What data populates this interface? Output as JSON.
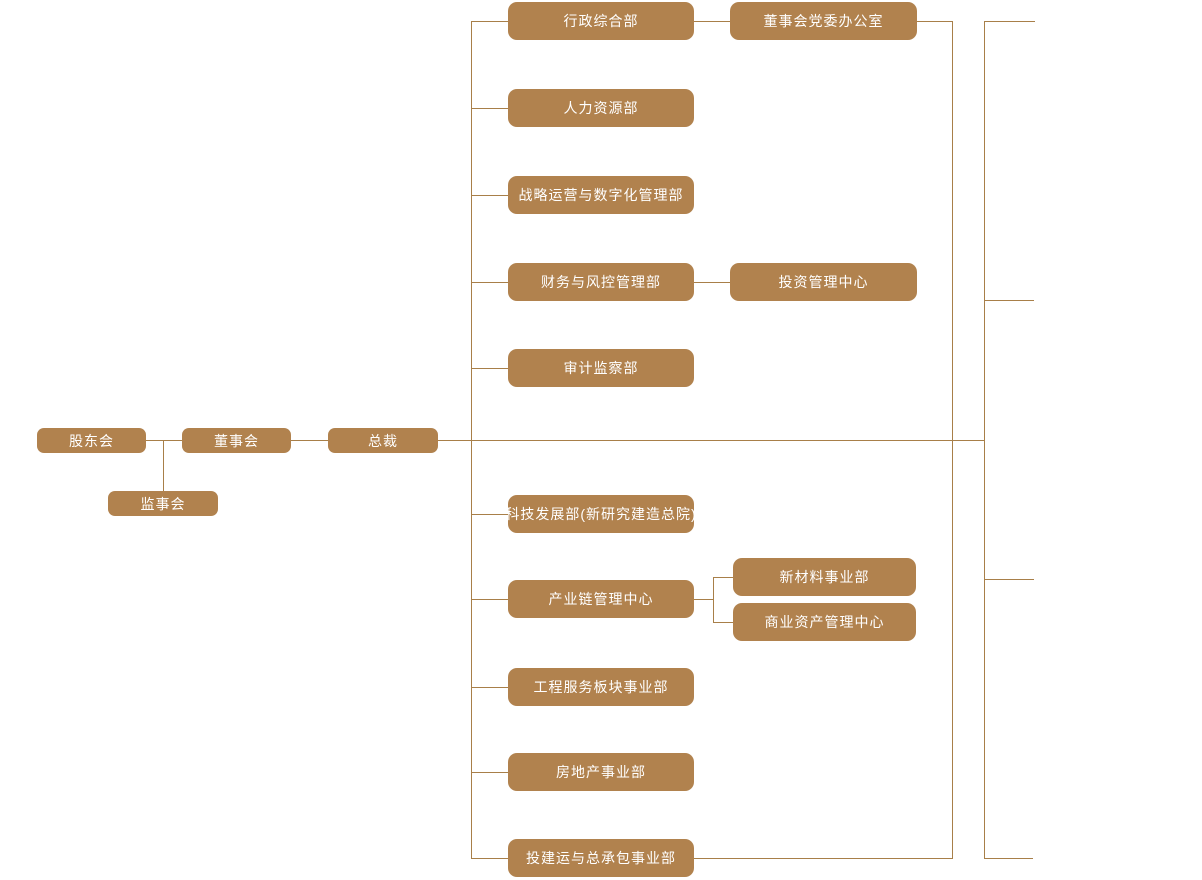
{
  "title": "company-organization-chart",
  "colors": {
    "node_fill": "#b1824e",
    "node_text": "#ffffff",
    "connector": "#a87f49",
    "background": "#ffffff"
  },
  "governance": {
    "shareholders_label": "股东会",
    "supervisory_label": "监事会",
    "board_label": "董事会",
    "president_label": "总裁"
  },
  "departments": [
    {
      "label": "行政综合部",
      "children": [
        "董事会党委办公室"
      ]
    },
    {
      "label": "人力资源部",
      "children": []
    },
    {
      "label": "战略运营与数字化管理部",
      "children": []
    },
    {
      "label": "财务与风控管理部",
      "children": [
        "投资管理中心"
      ]
    },
    {
      "label": "审计监察部",
      "children": []
    },
    {
      "label": "科技发展部(新研究建造总院)",
      "children": []
    },
    {
      "label": "产业链管理中心",
      "children": [
        "新材料事业部",
        "商业资产管理中心"
      ]
    },
    {
      "label": "工程服务板块事业部",
      "children": []
    },
    {
      "label": "房地产事业部",
      "children": []
    },
    {
      "label": "投建运与总承包事业部",
      "children": []
    }
  ]
}
